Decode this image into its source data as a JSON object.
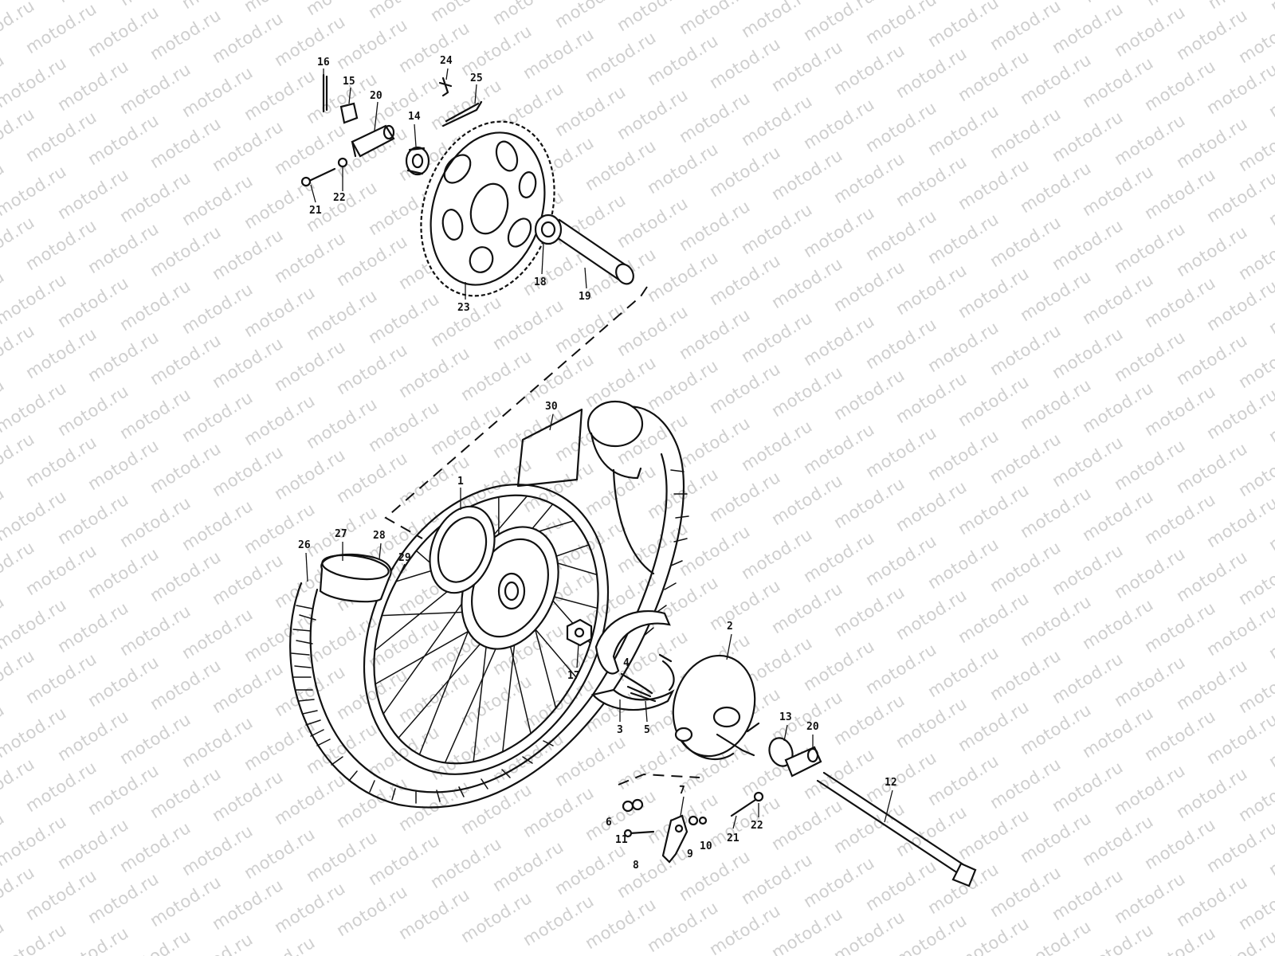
{
  "watermark": {
    "text": "motod.ru"
  },
  "labels": [
    {
      "id": "p16a",
      "text": "16"
    },
    {
      "id": "p15a",
      "text": "15"
    },
    {
      "id": "p20a",
      "text": "20"
    },
    {
      "id": "p24",
      "text": "24"
    },
    {
      "id": "p25",
      "text": "25"
    },
    {
      "id": "p14",
      "text": "14"
    },
    {
      "id": "p21a",
      "text": "21"
    },
    {
      "id": "p22a",
      "text": "22"
    },
    {
      "id": "p18",
      "text": "18"
    },
    {
      "id": "p19",
      "text": "19"
    },
    {
      "id": "p23",
      "text": "23"
    },
    {
      "id": "p30",
      "text": "30"
    },
    {
      "id": "p1",
      "text": "1"
    },
    {
      "id": "p26",
      "text": "26"
    },
    {
      "id": "p27",
      "text": "27"
    },
    {
      "id": "p28",
      "text": "28"
    },
    {
      "id": "p29",
      "text": "29"
    },
    {
      "id": "p2",
      "text": "2"
    },
    {
      "id": "p4",
      "text": "4"
    },
    {
      "id": "p17",
      "text": "17"
    },
    {
      "id": "p3",
      "text": "3"
    },
    {
      "id": "p5",
      "text": "5"
    },
    {
      "id": "p13",
      "text": "13"
    },
    {
      "id": "p20b",
      "text": "20"
    },
    {
      "id": "p12",
      "text": "12"
    },
    {
      "id": "p7",
      "text": "7"
    },
    {
      "id": "p6",
      "text": "6"
    },
    {
      "id": "p11",
      "text": "11"
    },
    {
      "id": "p8",
      "text": "8"
    },
    {
      "id": "p9",
      "text": "9"
    },
    {
      "id": "p10",
      "text": "10"
    },
    {
      "id": "p21b",
      "text": "21"
    },
    {
      "id": "p22b",
      "text": "22"
    }
  ]
}
